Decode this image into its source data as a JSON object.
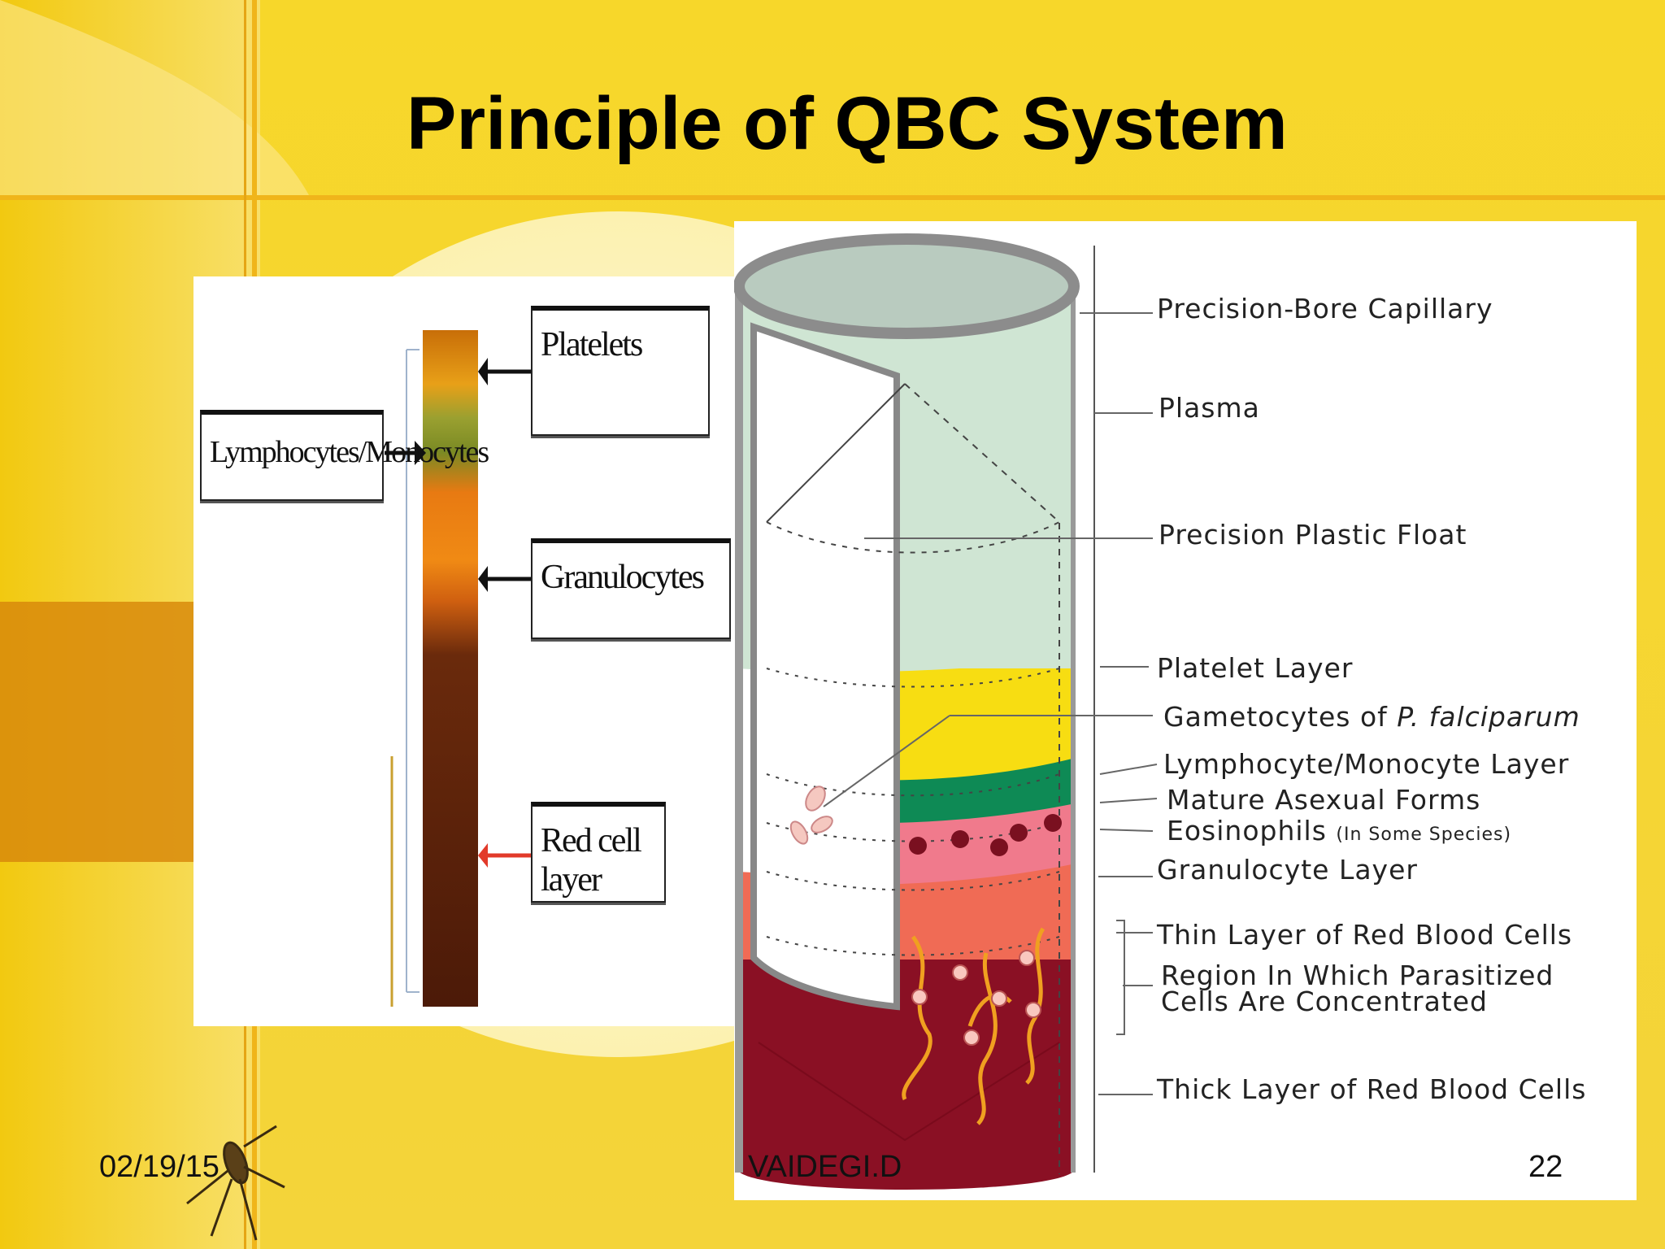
{
  "slide": {
    "title": "Principle of QBC System",
    "footer": {
      "date": "02/19/15",
      "author": "VAIDEGI.D",
      "page": "22"
    }
  },
  "left_diagram": {
    "labels": {
      "platelets": "Platelets",
      "lymphocytes_monocytes": "Lymphocytes/Monocytes",
      "granulocytes": "Granulocytes",
      "red_cell_layer": "Red cell layer"
    }
  },
  "right_diagram": {
    "labels": {
      "precision_bore_capillary": "Precision-Bore Capillary",
      "plasma": "Plasma",
      "precision_plastic_float": "Precision Plastic Float",
      "platelet_layer": "Platelet Layer",
      "gametocytes_prefix": "Gametocytes of ",
      "gametocytes_species": "P. falciparum",
      "lymphocyte_monocyte_layer": "Lymphocyte/Monocyte Layer",
      "mature_asexual_forms": "Mature Asexual Forms",
      "eosinophils": "Eosinophils",
      "eosinophils_note": "(In Some Species)",
      "granulocyte_layer": "Granulocyte Layer",
      "thin_rbc_layer": "Thin Layer of Red Blood Cells",
      "parasitized_region_line1": "Region In Which Parasitized",
      "parasitized_region_line2": "Cells Are Concentrated",
      "thick_rbc_layer": "Thick Layer of Red Blood Cells"
    },
    "layer_colors": {
      "plasma": "#cfe5d3",
      "platelet": "#f7dd12",
      "lymph_mono": "#0e8a55",
      "granulocyte": "#f07a8c",
      "thin_rbc": "#f06b55",
      "thick_rbc": "#8a1024"
    }
  }
}
